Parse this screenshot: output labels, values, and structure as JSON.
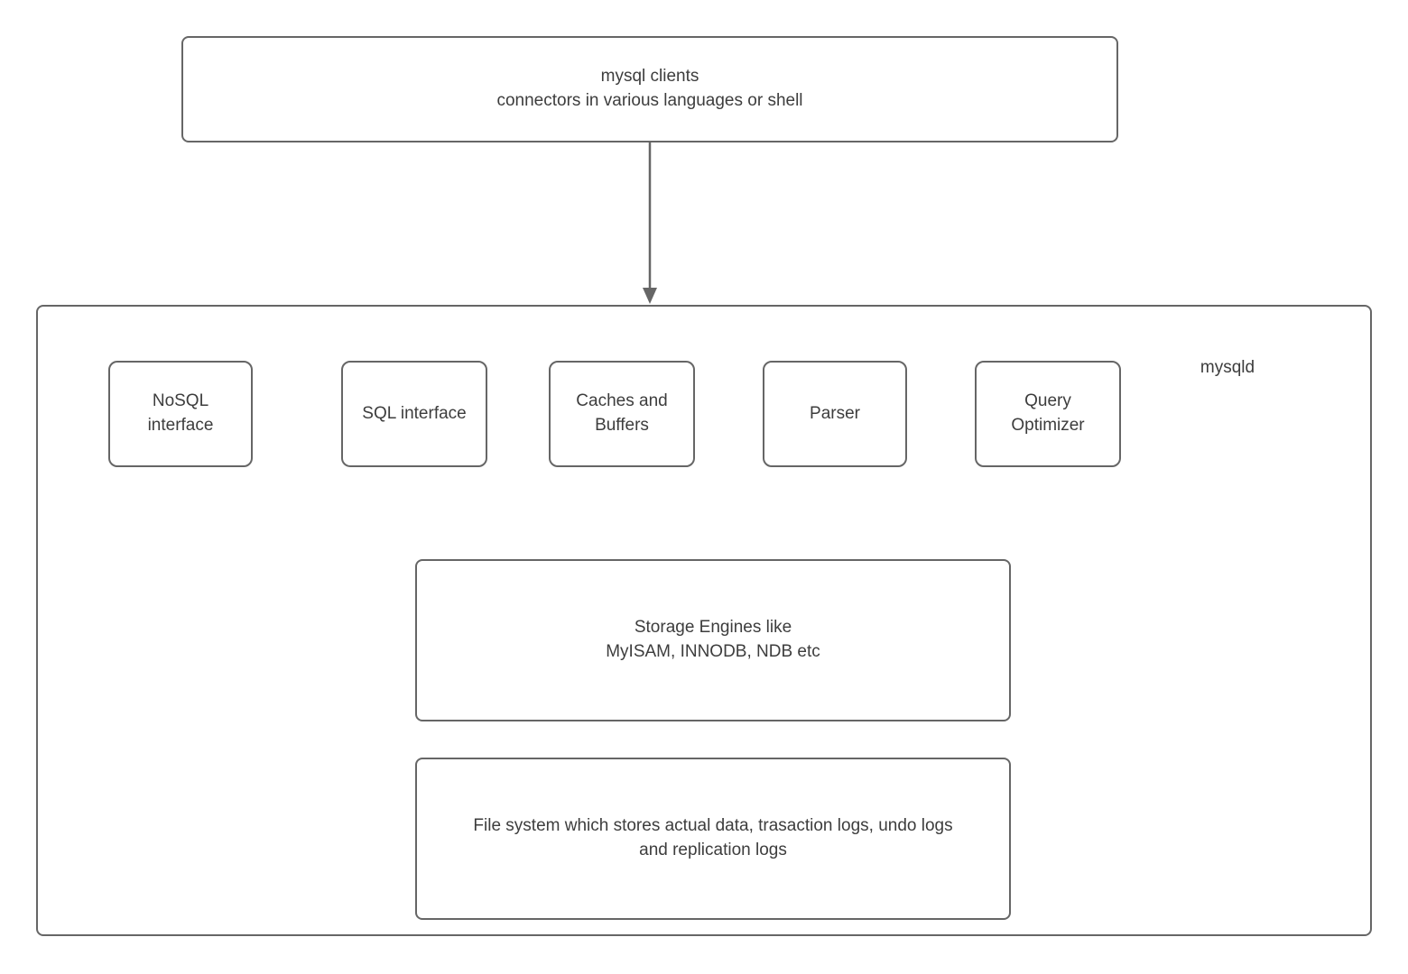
{
  "diagram": {
    "clients": {
      "label": "mysql clients\nconnectors in various languages or shell"
    },
    "mysqld": {
      "label": "mysqld",
      "components": [
        {
          "label": "NoSQL\ninterface"
        },
        {
          "label": "SQL interface"
        },
        {
          "label": "Caches and\nBuffers"
        },
        {
          "label": "Parser"
        },
        {
          "label": "Query\nOptimizer"
        }
      ],
      "storage_engines": {
        "label": "Storage Engines like\nMyISAM, INNODB, NDB etc"
      },
      "file_system": {
        "label": "File system which stores actual data, trasaction logs, undo logs\nand replication logs"
      }
    },
    "colors": {
      "border": "#666666",
      "text": "#3d3d3d",
      "background": "#ffffff"
    }
  }
}
